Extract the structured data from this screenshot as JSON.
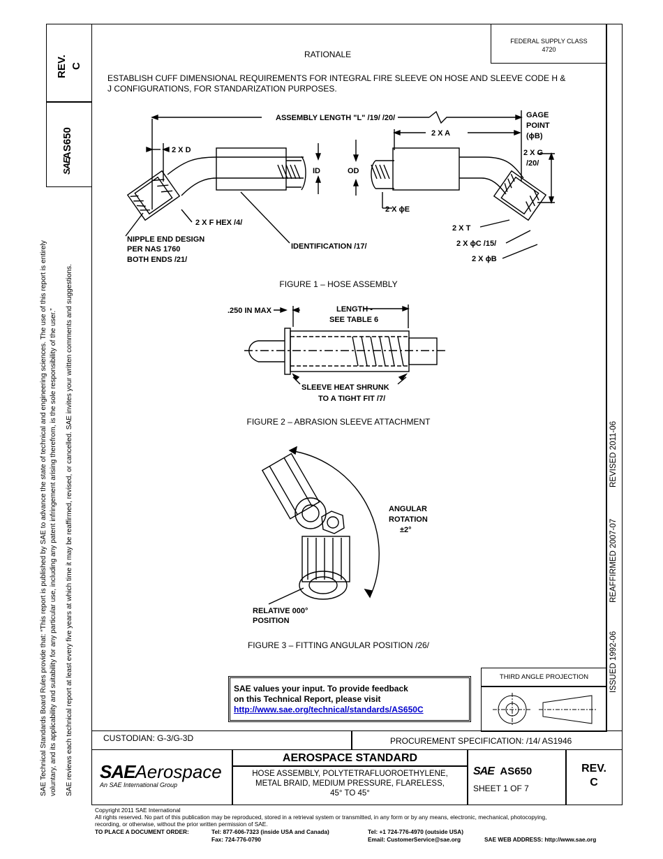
{
  "left_notice": {
    "line1": "SAE Technical Standards Board Rules provide that: “This report is published by SAE to advance the state of technical and engineering sciences. The use of this report is entirely",
    "line2": "voluntary, and its applicability and suitability for any particular use, including any patent infringement arising therefrom, is the sole responsibility of the user.”",
    "line3": "SAE reviews each technical report at least every five years at which time it may be reaffirmed, revised, or cancelled. SAE invites your written comments and suggestions."
  },
  "side_tab": {
    "rev_label": "REV.",
    "rev_value": "C",
    "sae_logo": "SAE",
    "doc_number": "AS650"
  },
  "right_strip": {
    "issued": "ISSUED 1992-06",
    "reaffirmed": "REAFFIRMED 2007-07",
    "revised": "REVISED 2011-06"
  },
  "header": {
    "federal_supply_class_label": "FEDERAL SUPPLY CLASS",
    "federal_supply_class_value": "4720"
  },
  "rationale": {
    "title": "RATIONALE",
    "text_line1": "ESTABLISH CUFF DIMENSIONAL REQUIREMENTS FOR INTEGRAL FIRE SLEEVE ON HOSE AND SLEEVE CODE H &",
    "text_line2": "J CONFIGURATIONS, FOR STANDARIZATION PURPOSES."
  },
  "figure1": {
    "caption": "FIGURE 1 – HOSE ASSEMBLY",
    "labels": {
      "assembly_length": "ASSEMBLY LENGTH \"L\" /19/ /20/",
      "gage": "GAGE",
      "point": "POINT",
      "phi_b": "(ϕB)",
      "two_a": "2 X A",
      "two_d": "2 X D",
      "two_g": "2 X G",
      "g_ref": "/20/",
      "id": "ID",
      "od": "OD",
      "two_e": "2 X ϕE",
      "hex": "2 X F HEX /4/",
      "nipple1": "NIPPLE END DESIGN",
      "nipple2": "PER NAS 1760",
      "nipple3": "BOTH ENDS /21/",
      "identification": "IDENTIFICATION /17/",
      "two_t": "2 X T",
      "two_c": "2 X ϕC /15/",
      "two_b": "2 X ϕB"
    }
  },
  "figure2": {
    "caption": "FIGURE 2 – ABRASION SLEEVE ATTACHMENT",
    "labels": {
      "max": ".250 IN MAX",
      "length1": "LENGTH -",
      "length2": "SEE TABLE 6",
      "sleeve1": "SLEEVE HEAT SHRUNK",
      "sleeve2": "TO A TIGHT FIT /7/"
    }
  },
  "figure3": {
    "caption": "FIGURE 3 – FITTING ANGULAR POSITION /26/",
    "labels": {
      "angular": "ANGULAR",
      "rotation": "ROTATION",
      "tolerance": "±2°",
      "relative": "RELATIVE 000°",
      "position": "POSITION"
    }
  },
  "feedback": {
    "line1": "SAE values your input. To provide feedback",
    "line2": "on this Technical Report, please visit",
    "url": "http://www.sae.org/technical/standards/AS650C"
  },
  "projection": {
    "label": "THIRD ANGLE PROJECTION"
  },
  "custodian": "CUSTODIAN: G-3/G-3D",
  "procurement": "PROCUREMENT SPECIFICATION: /14/ AS1946",
  "title_block": {
    "logo_sae": "SAE",
    "logo_word": "Aerospace",
    "logo_sub": "An SAE International Group",
    "standard": "AEROSPACE STANDARD",
    "title_line1": "HOSE ASSEMBLY, POLYTETRAFLUOROETHYLENE,",
    "title_line2": "METAL BRAID, MEDIUM PRESSURE, FLARELESS,",
    "title_line3": "45° TO 45°",
    "doc_number": "AS650",
    "sheet": "SHEET 1 OF 7",
    "rev_label": "REV.",
    "rev_value": "C"
  },
  "footer": {
    "copyright": "Copyright 2011 SAE International",
    "rights1": "All rights reserved. No part of this publication may be reproduced, stored in a retrieval system or transmitted, in any form or by any means, electronic, mechanical, photocopying,",
    "rights2": "recording, or otherwise, without the prior written permission of SAE.",
    "order_label": "TO PLACE A DOCUMENT ORDER:",
    "tel1": "Tel: 877-606-7323 (inside USA and Canada)",
    "fax": "Fax: 724-776-0790",
    "tel2": "Tel: +1 724-776-4970 (outside USA)",
    "email": "Email: CustomerService@sae.org",
    "web": "SAE WEB ADDRESS: http://www.sae.org"
  }
}
